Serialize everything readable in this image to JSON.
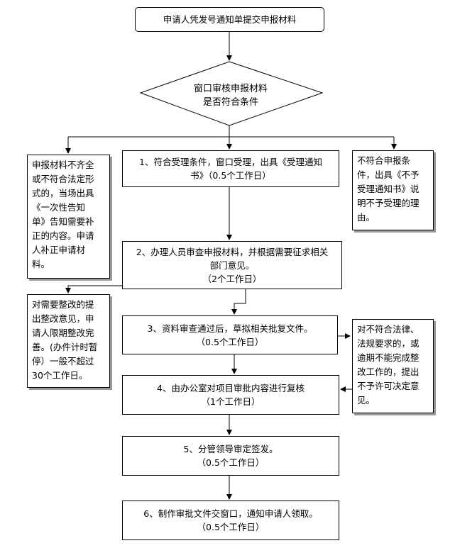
{
  "start": "申请人凭发号通知单提交申报材料",
  "decision": [
    "窗口审核申报材料",
    "是否符合条件"
  ],
  "left_incomplete": [
    "申报材料不齐全",
    "或不符合法定形",
    "式的，当场出具",
    "《一次性告知",
    "单》告知需要补",
    "正的内容。申请",
    "人补正申请材",
    "料。"
  ],
  "step1": [
    "1、符合受理条件，窗口受理，出具《受理通知",
    "书》（0.5个工作日）"
  ],
  "right_reject": [
    "不符合申报条",
    "件，出具《不予",
    "受理通知书》说",
    "明不予受理的理",
    "由。"
  ],
  "step2": [
    "2、办理人员审查申报材料，并根据需要征求相关",
    "部门意见。",
    "（2个工作日）"
  ],
  "left_rectify": [
    "对需要整改的提",
    "出整改意见，申",
    "请人限期整改完",
    "善。(办件计时暂",
    "停）一般不超过",
    "30个工作日。"
  ],
  "step3": [
    "3、资料审查通过后，草拟相关批复文件。",
    "（0.5个工作日）"
  ],
  "right_deny": [
    "对不符合法律、",
    "法规要求的，或",
    "逾期不能完成整",
    "改工作的，提出",
    "不予许可决定意",
    "见。"
  ],
  "step4": [
    "4、由办公室对项目审批内容进行复核",
    "（1个工作日）"
  ],
  "step5": [
    "5、分管领导审定签发。",
    "（0.5个工作日）"
  ],
  "step6": [
    "6、制作审批文件交窗口，通知申请人领取。",
    "（0.5个工作日）"
  ]
}
